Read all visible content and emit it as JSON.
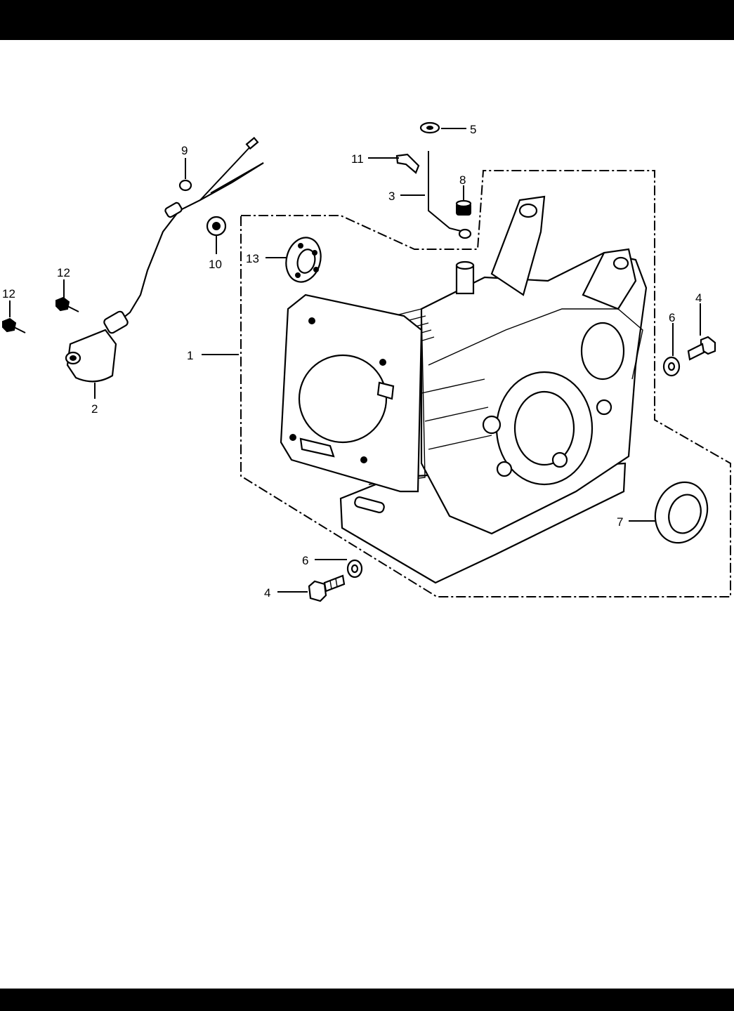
{
  "page": {
    "background": "#ffffff",
    "bar_color": "#000000"
  },
  "callouts": {
    "c1": "1",
    "c2": "2",
    "c3": "3",
    "c4a": "4",
    "c4b": "4",
    "c5": "5",
    "c6a": "6",
    "c6b": "6",
    "c7": "7",
    "c8": "8",
    "c9": "9",
    "c10": "10",
    "c11": "11",
    "c12a": "12",
    "c12b": "12",
    "c13": "13"
  },
  "parts": [
    {
      "ref": "1",
      "icon": "cylinder-block-crankcase-icon"
    },
    {
      "ref": "2",
      "icon": "oil-alert-switch-icon"
    },
    {
      "ref": "3",
      "icon": "breather-tube-icon"
    },
    {
      "ref": "4",
      "icon": "flange-bolt-icon"
    },
    {
      "ref": "5",
      "icon": "washer-icon"
    },
    {
      "ref": "6",
      "icon": "washer-icon"
    },
    {
      "ref": "7",
      "icon": "oil-seal-icon"
    },
    {
      "ref": "8",
      "icon": "cap-icon"
    },
    {
      "ref": "9",
      "icon": "clip-icon"
    },
    {
      "ref": "10",
      "icon": "grommet-icon"
    },
    {
      "ref": "11",
      "icon": "wire-clamp-icon"
    },
    {
      "ref": "12",
      "icon": "screw-icon"
    },
    {
      "ref": "13",
      "icon": "ball-bearing-icon"
    }
  ]
}
